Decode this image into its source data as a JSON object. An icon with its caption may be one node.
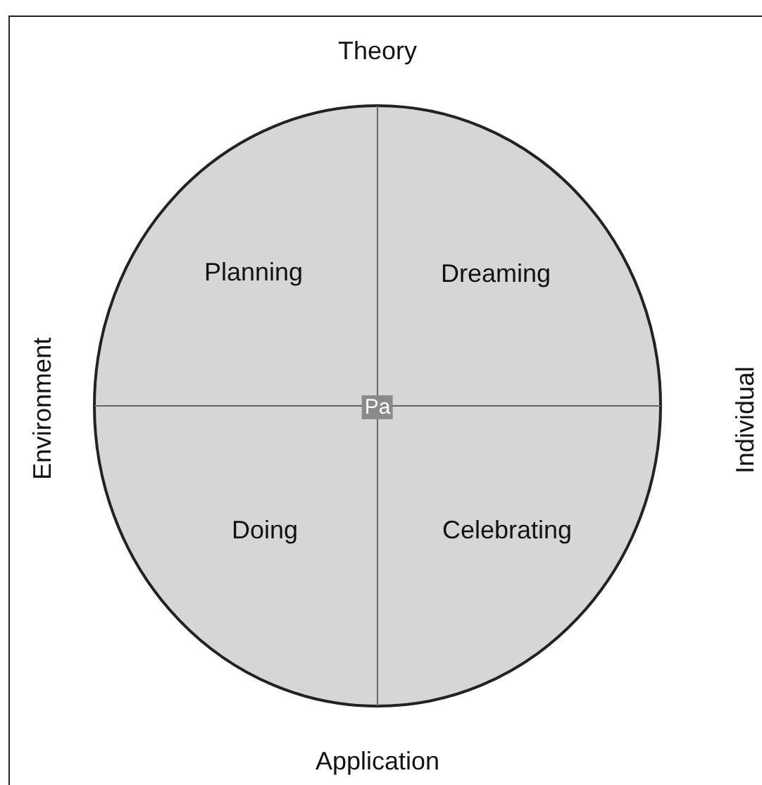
{
  "diagram": {
    "nodes": [
      {
        "text": [],
        "shape": "circle"
      }
    ],
    "labels": [
      "Theory",
      "Planning",
      "Dreaming",
      "Environment",
      "Pa",
      "Individual",
      "Doing",
      "Celebrating",
      "Application"
    ]
  }
}
